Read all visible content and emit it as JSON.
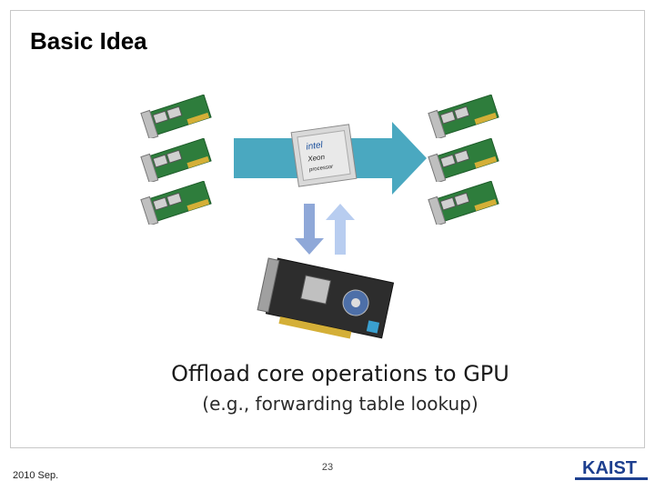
{
  "slide": {
    "title": "Basic Idea",
    "caption": "Offload core operations to GPU",
    "subcaption": "(e.g., forwarding table lookup)",
    "page_number": "23",
    "date": "2010 Sep.",
    "logo_text": "KAIST",
    "cpu_labels": [
      "intel",
      "Xeon",
      "processor"
    ]
  },
  "colors": {
    "arrow": "#4aa8c0",
    "arrow_down": "#8fa8d8",
    "arrow_up": "#b8cdf0",
    "nic_board": "#2e7d3c",
    "gpu_board": "#2d2d2d",
    "logo_blue": "#1d3f8f"
  },
  "icons": [
    "network-card-icon",
    "cpu-chip-icon",
    "gpu-card-icon",
    "right-arrow-icon",
    "bidirectional-arrow-icon",
    "kaist-logo"
  ]
}
